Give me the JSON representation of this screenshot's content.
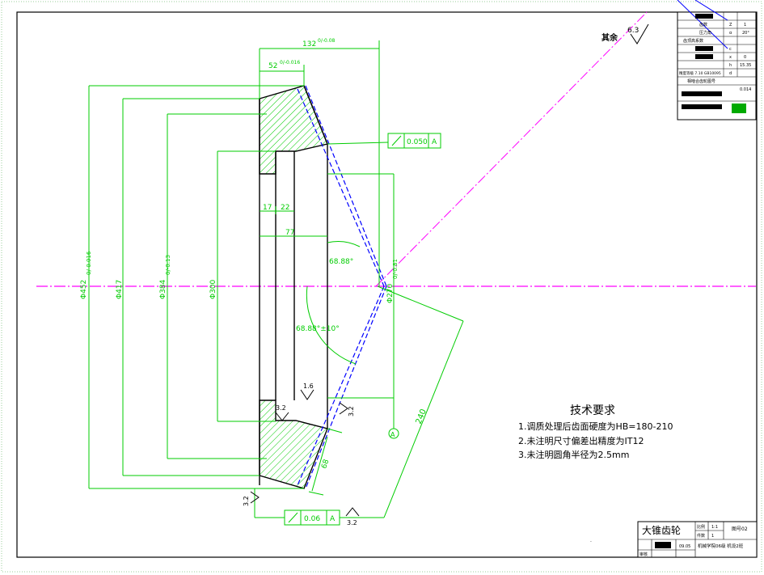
{
  "tech": {
    "title": "技术要求",
    "items": [
      "1.调质处理后齿面硬度为HB=180-210",
      "2.未注明尺寸偏差出精度为IT12",
      "3.未注明圆角半径为2.5mm"
    ]
  },
  "surface_finish": {
    "remaining_label": "其余",
    "remaining_value": "6.3",
    "values": [
      "1.6",
      "3.2",
      "3.2",
      "3.2",
      "3.2"
    ]
  },
  "tolerance_frames": [
    {
      "value": "0.050",
      "datum": "A"
    },
    {
      "value": "0.06",
      "datum": "A"
    }
  ],
  "datum_label": "A",
  "dimensions": {
    "d_outer": "Φ452",
    "d_outer_tol": "0/-0.016",
    "d_417": "Φ417",
    "d_384": "Φ384",
    "d_384_tol": "0/-0.13",
    "d_bore": "Φ300",
    "d_hub": "Φ270",
    "d_hub_tol": "0/-0.81",
    "w_132": "132",
    "w_132_tol": "0/-0.08",
    "w_52": "52",
    "w_52_tol": "0/-0.016",
    "w_17": "17",
    "w_22": "22",
    "w_77": "77",
    "angle_1": "68.88°",
    "angle_2": "68.88°±10°",
    "cone": "240",
    "face": "68"
  },
  "title_block": {
    "part_name": "大锥齿轮",
    "labels": [
      "比例",
      "1:1",
      "图号02",
      "件数",
      "1"
    ],
    "bottom": [
      "机械学院06级 机设2班",
      "09.05"
    ],
    "left": [
      "审核"
    ]
  },
  "param_table": {
    "rows": [
      {
        "label": "齿数",
        "sym": "Z",
        "val": "1"
      },
      {
        "label": "压力角",
        "sym": "α",
        "val": "20°"
      },
      {
        "label": "齿顶高系数",
        "sym": "",
        "val": ""
      },
      {
        "label": "",
        "sym": "c",
        "val": ""
      },
      {
        "label": "",
        "sym": "x",
        "val": "0"
      },
      {
        "label": "",
        "sym": "h",
        "val": "15.35"
      },
      {
        "label": "",
        "sym": "d",
        "val": ""
      }
    ],
    "note_1": "精度等级 7.10 GB10095",
    "note_2": "相啮合齿轮图号",
    "note_3": "0.014"
  },
  "colors": {
    "outline": "#000000",
    "dimension": "#00cc00",
    "centerline": "#ff00ff",
    "hidden": "#0000ff"
  }
}
